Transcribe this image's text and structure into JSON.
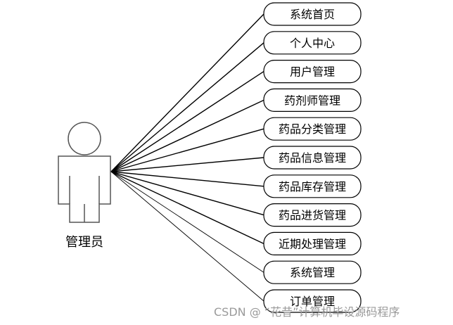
{
  "actor": {
    "label": "管理员"
  },
  "use_cases": [
    "系统首页",
    "个人中心",
    "用户管理",
    "药剂师管理",
    "药品分类管理",
    "药品信息管理",
    "药品库存管理",
    "药品进货管理",
    "近期处理管理",
    "系统管理",
    "订单管理"
  ],
  "watermark": "CSDN @ “花昔”计算机毕设源码程序"
}
